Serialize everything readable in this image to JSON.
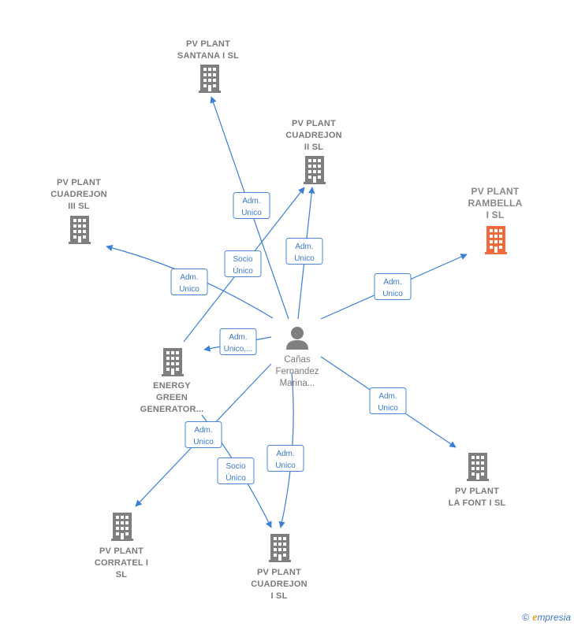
{
  "colors": {
    "edge": "#3b7fd6",
    "node": "#7f7f7f",
    "highlight": "#f26a3b",
    "label": "#7a7a7a"
  },
  "person": {
    "icon": "person-icon",
    "lines": [
      "Cañas",
      "Fernandez",
      "Marina..."
    ]
  },
  "companies": [
    {
      "id": "santana",
      "lines": [
        "PV PLANT",
        "SANTANA I  SL"
      ],
      "highlight": false
    },
    {
      "id": "cuadrejon2",
      "lines": [
        "PV PLANT",
        "CUADREJON",
        "II  SL"
      ],
      "highlight": false
    },
    {
      "id": "cuadrejon3",
      "lines": [
        "PV PLANT",
        "CUADREJON",
        "III  SL"
      ],
      "highlight": false
    },
    {
      "id": "rambella",
      "lines": [
        "PV PLANT",
        "RAMBELLA",
        "I  SL"
      ],
      "highlight": true
    },
    {
      "id": "energy",
      "lines": [
        "ENERGY",
        "GREEN",
        "GENERATOR..."
      ],
      "highlight": false
    },
    {
      "id": "lafont",
      "lines": [
        "PV PLANT",
        "LA FONT I  SL"
      ],
      "highlight": false
    },
    {
      "id": "corratel",
      "lines": [
        "PV PLANT",
        "CORRATEL I",
        "SL"
      ],
      "highlight": false
    },
    {
      "id": "cuadrejon1",
      "lines": [
        "PV PLANT",
        "CUADREJON",
        "I  SL"
      ],
      "highlight": false
    }
  ],
  "edges": [
    {
      "id": "e-santana",
      "lines": [
        "Adm.",
        "Unico"
      ]
    },
    {
      "id": "e-cuadrejon2",
      "lines": [
        "Adm.",
        "Unico"
      ]
    },
    {
      "id": "e-energy-cuadrejon2",
      "lines": [
        "Socio",
        "Único"
      ]
    },
    {
      "id": "e-cuadrejon3",
      "lines": [
        "Adm.",
        "Unico"
      ]
    },
    {
      "id": "e-rambella",
      "lines": [
        "Adm.",
        "Unico"
      ]
    },
    {
      "id": "e-energy",
      "lines": [
        "Adm.",
        "Unico,..."
      ]
    },
    {
      "id": "e-lafont",
      "lines": [
        "Adm.",
        "Unico"
      ]
    },
    {
      "id": "e-corratel",
      "lines": [
        "Adm.",
        "Unico"
      ]
    },
    {
      "id": "e-energy-cuadrejon1",
      "lines": [
        "Socio",
        "Único"
      ]
    },
    {
      "id": "e-cuadrejon1",
      "lines": [
        "Adm.",
        "Unico"
      ]
    }
  ],
  "footer": {
    "copyright": "©",
    "brand_initial": "e",
    "brand_rest": "mpresia"
  }
}
